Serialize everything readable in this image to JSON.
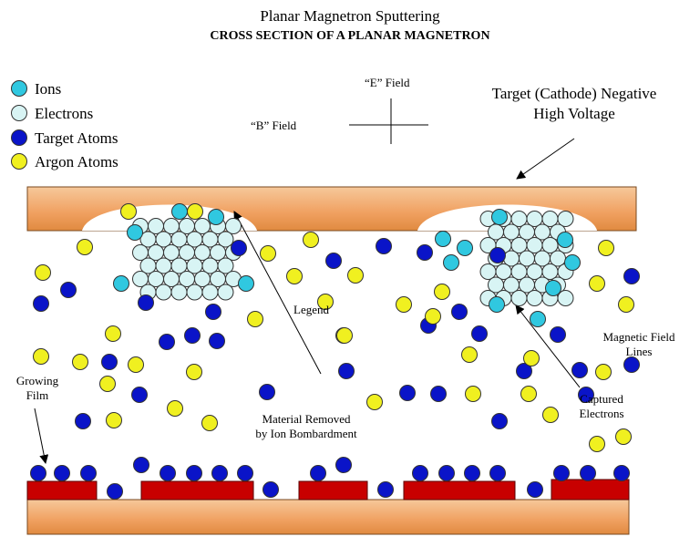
{
  "title": "Planar Magnetron Sputtering",
  "subtitle": "CROSS SECTION OF A PLANAR MAGNETRON",
  "legend": [
    {
      "label": "Ions",
      "color": "#30c8e0"
    },
    {
      "label": "Electrons",
      "color": "#d8f4f4"
    },
    {
      "label": "Target Atoms",
      "color": "#0a14c8"
    },
    {
      "label": "Argon Atoms",
      "color": "#f0f020"
    }
  ],
  "fields": {
    "e_field": "“E” Field",
    "b_field": "“B” Field"
  },
  "labels": {
    "target_line1": "Target (Cathode) Negative",
    "target_line2": "High Voltage",
    "legend_pointer": "Legend",
    "magnetic_line1": "Magnetic Field",
    "magnetic_line2": "Lines",
    "growing_line1": "Growing",
    "growing_line2": "Film",
    "material_line1": "Material Removed",
    "material_line2": "by Ion Bombardment",
    "captured_line1": "Captured",
    "captured_line2": "Electrons"
  },
  "colors": {
    "target": "#f0a060",
    "substrate": "#f0a060",
    "film": "#c80000",
    "electron_cloud": "#ffffff"
  }
}
